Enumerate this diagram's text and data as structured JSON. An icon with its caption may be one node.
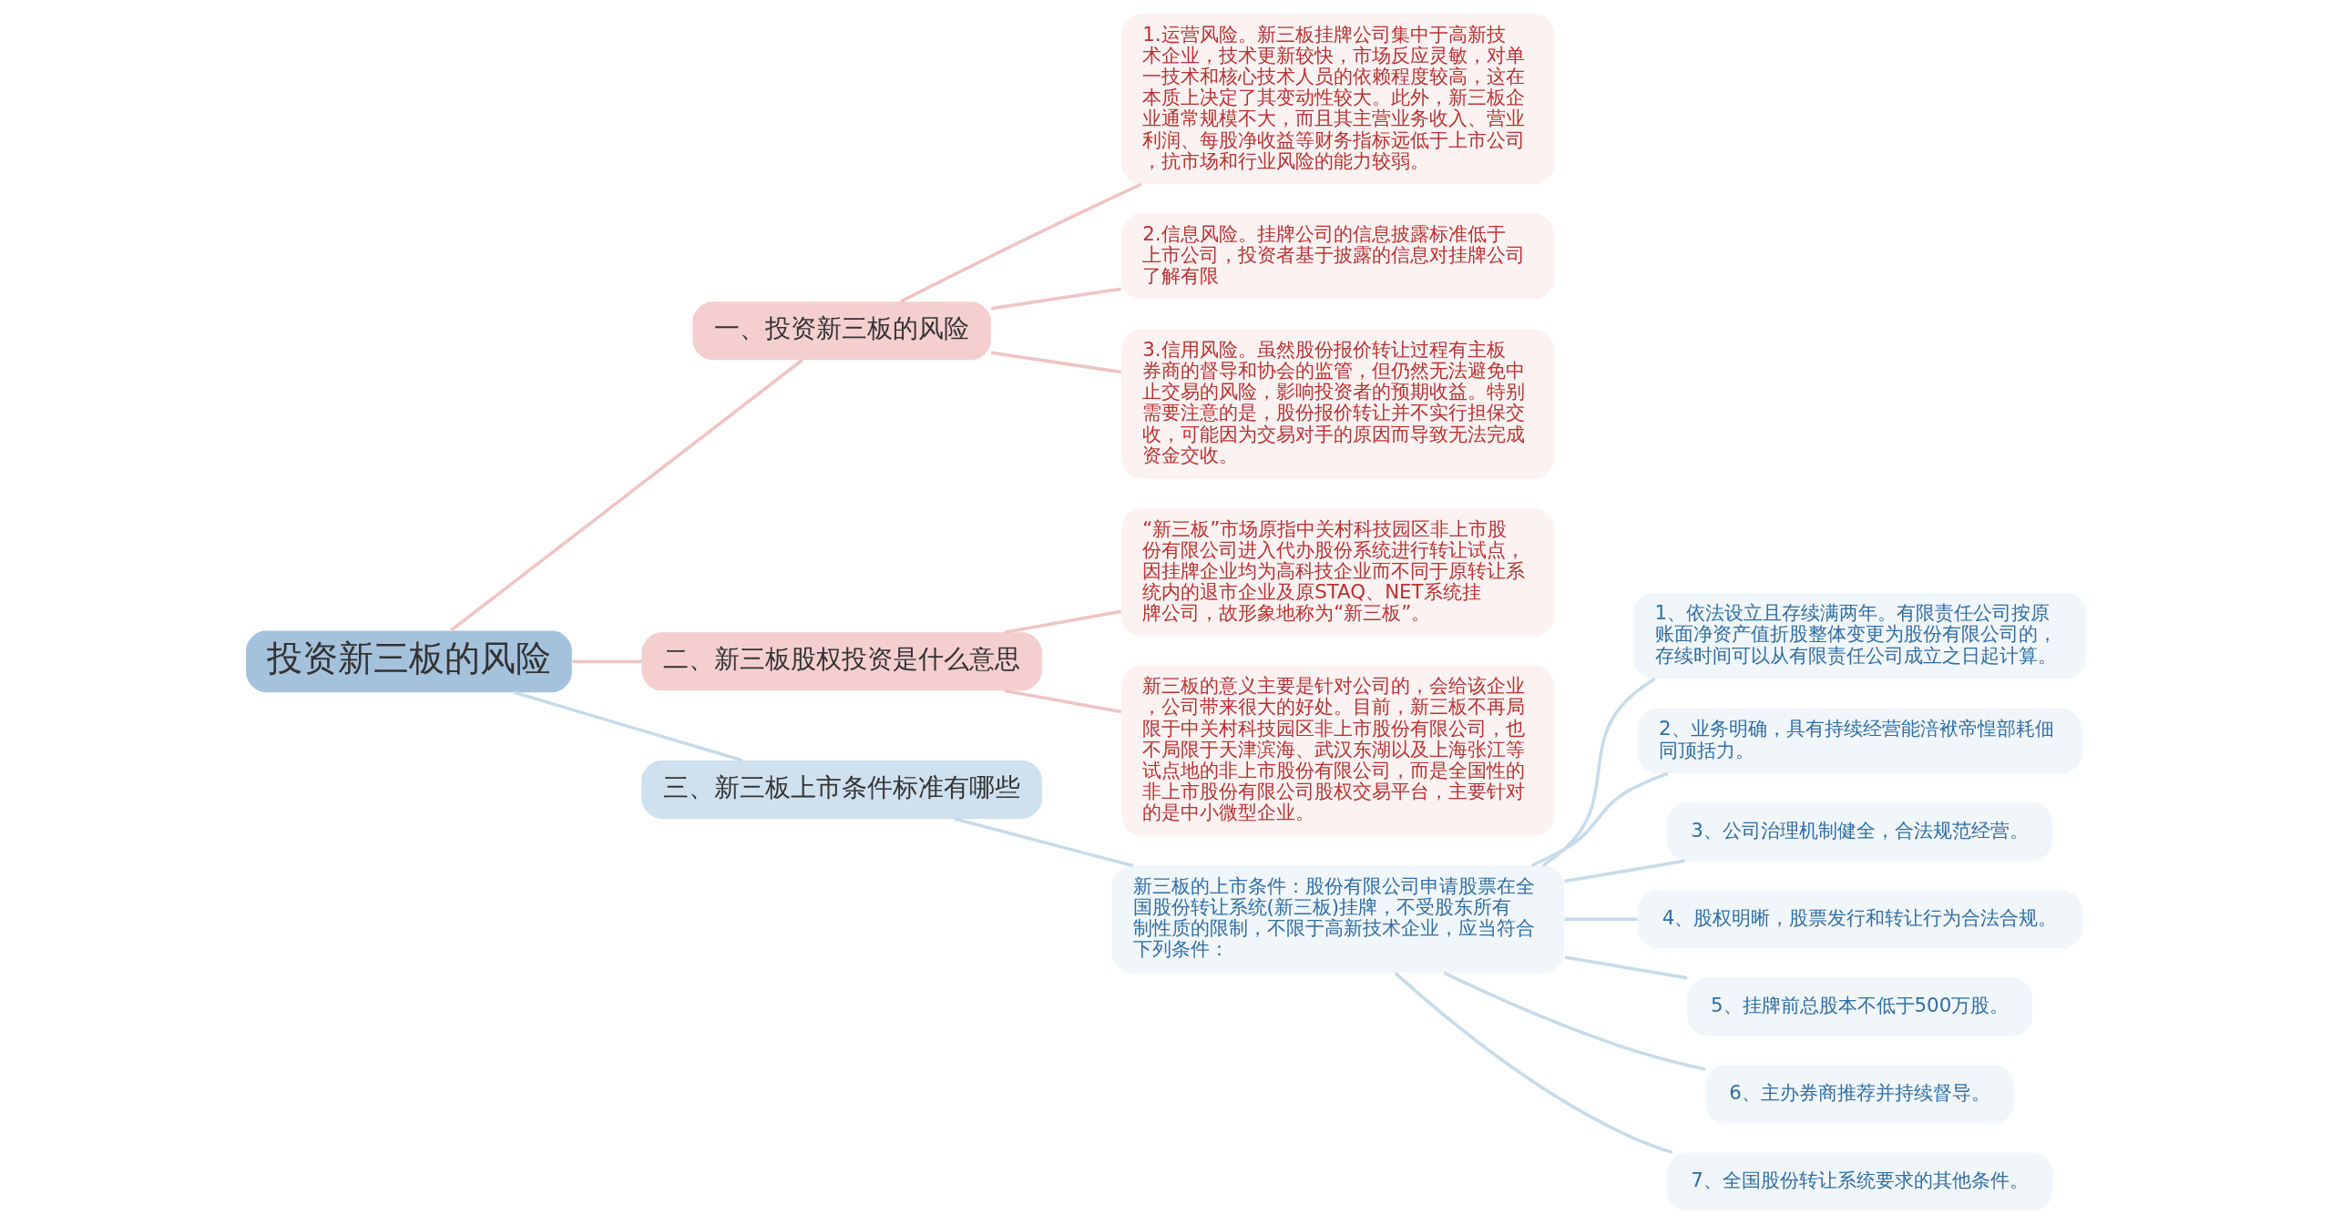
{
  "diagram": {
    "nodes": [
      {
        "text": [
          "投资新三板的风险"
        ]
      },
      {
        "text": [
          "一、投资新三板的风险"
        ]
      },
      {
        "text": [
          "1.运营风险。新三板挂牌公司集中于高新技术企业，技术更新较快，市场反应灵敏，对单一技术和核心技术人员的依赖程度较高，这在本质上决定了其变动性较大。此外，新三板企业通常规模不大，而且其主营业务收入、营业利润、每股净收益等财务指标远低于上市公司，抗市场和行业风险的能力较弱。"
        ]
      },
      {
        "text": [
          "2.信息风险。挂牌公司的信息披露标准低于上市公司，投资者基于披露的信息对挂牌公司了解有限"
        ]
      },
      {
        "text": [
          "3.信用风险。虽然股份报价转让过程有主板券商的督导和协会的监管，但仍然无法避免中止交易的风险，影响投资者的预期收益。特别需要注意的是，股份报价转让并不实行担保交收，可能因为交易对手的原因而导致无法完成资金交收。"
        ]
      },
      {
        "text": [
          "二、新三板股权投资是什么意思"
        ]
      },
      {
        "text": [
          "“新三板”市场原指中关村科技园区非上市股份有限公司进入代办股份系统进行转让试点，因挂牌企业均为高科技企业而不同于原转让系统内的退市企业及原STAQ、NET系统挂牌公司，故形象地称为“新三板”。"
        ]
      },
      {
        "text": [
          "新三板的意义主要是针对公司的，会给该企业，公司带来很大的好处。目前，新三板不再局限于中关村科技园区非上市股份有限公司，也不局限于天津滨海、武汉东湖以及上海张江等试点地的非上市股份有限公司，而是全国性的非上市股份有限公司股权交易平台，主要针对的是中小微型企业。"
        ]
      },
      {
        "text": [
          "三、新三板上市条件标准有哪些"
        ]
      },
      {
        "text": [
          "新三板的上市条件：股份有限公司申请股票在全国股份转让系统(新三板)挂牌，不受股东所有制性质的限制，不限于高新技术企业，应当符合下列条件："
        ]
      },
      {
        "text": [
          "1、依法设立且存续满两年。有限责任公司按原账面净资产值折股整体变更为股份有限公司的，存续时间可以从有限责任公司成立之日起计算。"
        ]
      },
      {
        "text": [
          "2、业务明确，具有持续经营能涪袱帝惶部耗佃同顶括力。"
        ]
      },
      {
        "text": [
          "3、公司治理机制健全，合法规范经营。"
        ]
      },
      {
        "text": [
          "4、股权明晰，股票发行和转让行为合法合规。"
        ]
      },
      {
        "text": [
          "5、挂牌前总股本不低于500万股。"
        ]
      },
      {
        "text": [
          "6、主办券商推荐并持续督导。"
        ]
      },
      {
        "text": [
          "7、全国股份转让系统要求的其他条件。"
        ]
      }
    ],
    "edges": [
      {
        "from": 0,
        "to": 1,
        "arrow": "none",
        "color": "#f0c4c4"
      },
      {
        "from": 1,
        "to": 2,
        "arrow": "none",
        "color": "#f0c4c4"
      },
      {
        "from": 1,
        "to": 3,
        "arrow": "none",
        "color": "#f0c4c4"
      },
      {
        "from": 1,
        "to": 4,
        "arrow": "none",
        "color": "#f0c4c4"
      },
      {
        "from": 0,
        "to": 5,
        "arrow": "none",
        "color": "#f0c4c4"
      },
      {
        "from": 5,
        "to": 6,
        "arrow": "none",
        "color": "#f0c4c4"
      },
      {
        "from": 5,
        "to": 7,
        "arrow": "none",
        "color": "#f0c4c4"
      },
      {
        "from": 0,
        "to": 8,
        "arrow": "none"
      },
      {
        "from": 8,
        "to": 9,
        "arrow": "none"
      },
      {
        "from": 9,
        "to": 10,
        "arrow": "none"
      },
      {
        "from": 9,
        "to": 11,
        "arrow": "none"
      },
      {
        "from": 9,
        "to": 12,
        "arrow": "none"
      },
      {
        "from": 9,
        "to": 13,
        "arrow": "none"
      },
      {
        "from": 9,
        "to": 14,
        "arrow": "none"
      },
      {
        "from": 9,
        "to": 15,
        "arrow": "none"
      },
      {
        "from": 9,
        "to": 16,
        "arrow": "none"
      }
    ]
  }
}
